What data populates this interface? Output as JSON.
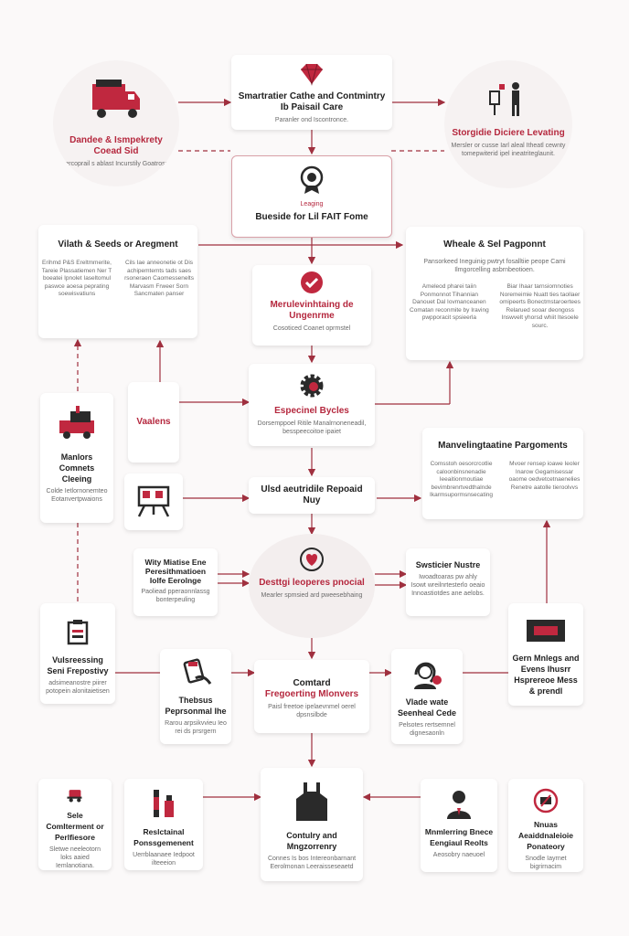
{
  "nodes": {
    "top_left": {
      "title": "Dandee & Ismpekrety Coead Sid",
      "desc": "Mercoprail s ablast Incurstily Goatrosnt.",
      "icon": "delivery-truck-icon"
    },
    "top_center": {
      "title": "Smartratier Cathe and Contmintry Ib Paisail Care",
      "desc": "Paranler ond Iscontronce.",
      "icon": "diamond-logo-icon"
    },
    "top_right": {
      "title": "Storgidie Diciere Levating",
      "desc": "Mersler or cusse Iarl aleal Itheatl cewnty tomepwiterid ipel ineatriteglaunit.",
      "icon": "person-presentation-icon"
    },
    "center_top": {
      "title": "Bueside for Lil FAIT Fome",
      "subtitle": "Leaging",
      "icon": "award-badge-icon"
    },
    "left_top": {
      "title": "Vilath & Seeds or Aregment",
      "col1": "Erihmd P&S Ereltmmerite, Tareie Plassatiemen Ner T boeatei Ipnolet Iaseltomul paswce aoesa peprating soewisvatiuns",
      "col2": "Cils Iae anneonetie ot Dis achipemtemts tads saes rsoneraen Caomessenelts Marvasm Frweer Sorn Sancmaten panser"
    },
    "right_top": {
      "title": "Wheale & Sel Pagponnt",
      "desc": "Pansorkeed Ineguinig pwtryt fosalltiie peope Cami Ilmgorcelling asbrnbeotioen.",
      "col1": "Ameleod pharei taiin Ponmonnot Tihannian Danouet Dal Iovmanceanen Comatan reconmite by Iraving pwpporacit spsieerla",
      "col2": "Biar Ihaar tarnsiomnoties Noremeimie Nuatt ties taollaer omipeerts Bonectmstaroertees Relarued sooar deongoss Inswvelt yhorsd whiit Itesoele sourc."
    },
    "check_box": {
      "title": "Merulevinhtaing de Ungenrme",
      "desc": "Cosoticed Coanet oprmstel",
      "icon": "check-circle-icon"
    },
    "gear_box": {
      "title": "Especinel Bycles",
      "desc": "Dorsemppoel Ritile Manalrnoneneadil, besspeecoitoe ipaiet",
      "icon": "gear-icon"
    },
    "left_shirt": {
      "title": "Manlors Comnets Cleeing",
      "desc": "Colde Ietlornonemteo Eotanvertpwaions",
      "icon": "shirt-icon"
    },
    "ribbon_left": {
      "title": "Vaalens"
    },
    "merch_box": {
      "title": "Manvelingtaatine Pargoments",
      "col1": "Comsstoh oesorcrcotlie caloonbinsnenadie Ieeaitionmoutiae bevimbrenrtvedthalnde Ikarmsupormsnsecating",
      "col2": "Mvoer rensep ioawe Ieoler Inarow Gegamisessar oaome oedvetcetnaenelies Renetre aatolle tieroolvvs"
    },
    "icon_left_mid": {
      "icon": "monitor-presenter-icon"
    },
    "used_box": {
      "title": "Ulsd aeutridile Repoaid Nuy"
    },
    "why_box": {
      "title": "Wity Miatise Ene Peresithmatioen Iolfe Eerolnge",
      "desc": "Paoliead pperaonnlassg bonterpeuling"
    },
    "center_circle": {
      "title": "Desttgi leoperes pnocial",
      "desc": "Mearler spmsied ard pweesebhaing",
      "icon": "heart-hands-icon"
    },
    "side_box": {
      "title": "Swsticier Nustre",
      "desc": "Iwoadtoaras pw ahly Isowt wreilnrtesterlo oeaio Innoastiotdes ane aelobs."
    },
    "vuls_box": {
      "title": "Vulsreessing Seni Frepostivy",
      "desc": "adsimeanostre piirer potopein alonitaietisen",
      "icon": "clipboard-icon"
    },
    "tabsus_box": {
      "title": "Thebsus Peprsonmal Ihe",
      "desc": "Rarou arpsikvvieu Ieo rei ds prsrgern",
      "icon": "hand-tablet-icon"
    },
    "control_box": {
      "title": "Comtard",
      "title2": "Fregoerting Mlonvers",
      "desc": "Paisl freetoe ipelaevnmel oerel dpsnsilbde"
    },
    "woman_box": {
      "title": "Vlade wate Seenheal Cede",
      "desc": "Pelsotes rertsemnel dignesaonln",
      "icon": "woman-avatar-icon"
    },
    "right_screen": {
      "title": "Gern Mnlegs and Evens Ihusrr Hsprereoe Mess & prendl",
      "icon": "screen-icon"
    },
    "bottom_left1": {
      "title": "Sele Comlterment or Perlfiesore",
      "desc": "Sletwe neeleotorn loks aaied Iemlanotiana.",
      "icon": "delivery-cart-icon"
    },
    "bottom_left2": {
      "title": "Reslctainal Ponssgemenent",
      "desc": "Uerrblaanaee Iedpoot ilteeeion",
      "icon": "cosmetics-icon"
    },
    "bottom_center": {
      "title": "Contulry and Mngzorrenry",
      "desc": "Connes Is bos Intereonbarnant Eerolmonan Leeraisseseaetd",
      "icon": "apron-icon"
    },
    "bottom_right1": {
      "title": "Mnmlerring Bnece Eengiaul Reolts",
      "desc": "Aeosobry naeuoel",
      "icon": "businessman-icon"
    },
    "bottom_right2": {
      "title": "Nnuas Aeaiddnaleioie Ponateory",
      "desc": "Snodle Iayrnet bigrirnacim",
      "icon": "shop-sign-icon"
    }
  },
  "colors": {
    "accent": "#b5283e",
    "line": "#a0303f",
    "text": "#2a2a2a",
    "muted": "#6b6b6b",
    "background": "#fbf9f9"
  }
}
